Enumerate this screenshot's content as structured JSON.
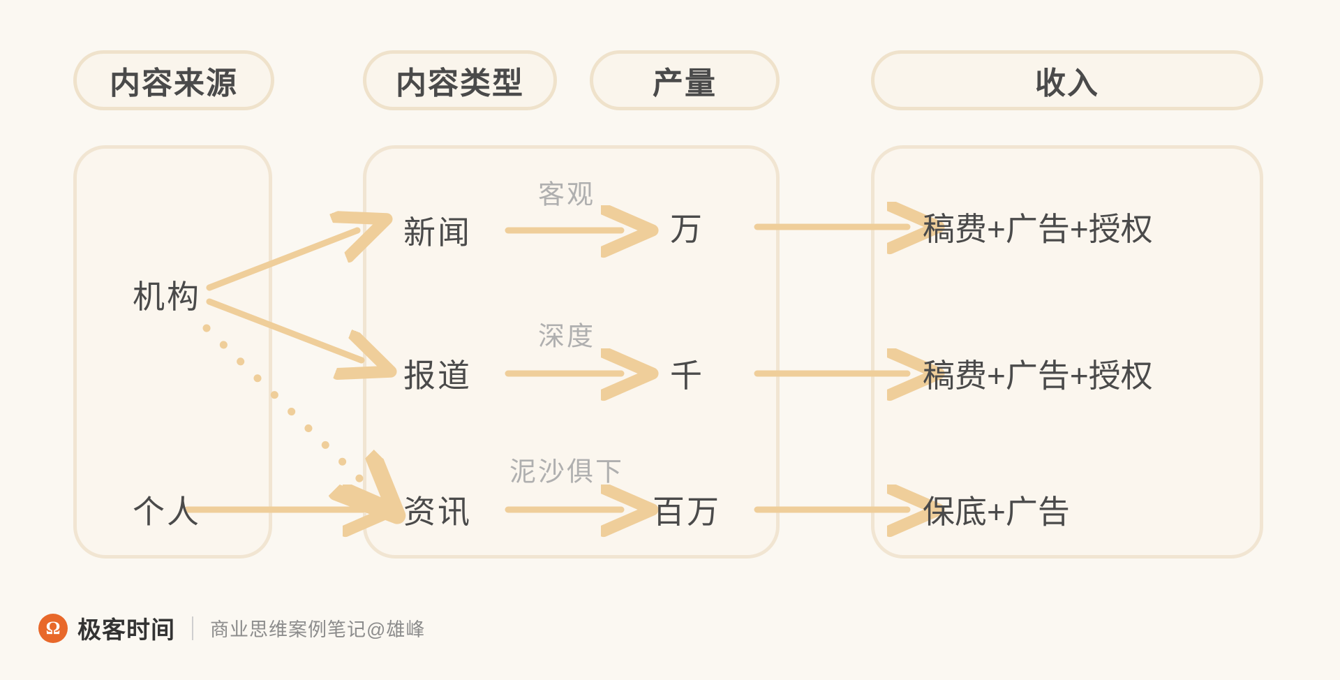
{
  "columns": [
    {
      "id": "source",
      "header": "内容来源"
    },
    {
      "id": "type",
      "header": "内容类型"
    },
    {
      "id": "volume",
      "header": "产量"
    },
    {
      "id": "revenue",
      "header": "收入"
    }
  ],
  "nodes": {
    "sources": [
      "机构",
      "个人"
    ],
    "types": [
      "新闻",
      "报道",
      "资讯"
    ],
    "volumes": [
      "万",
      "千",
      "百万"
    ],
    "revenues": [
      "稿费+广告+授权",
      "稿费+广告+授权",
      "保底+广告"
    ]
  },
  "edge_captions": [
    "客观",
    "深度",
    "泥沙俱下"
  ],
  "edges": [
    {
      "from": "机构",
      "to": "新闻",
      "style": "solid"
    },
    {
      "from": "机构",
      "to": "报道",
      "style": "solid"
    },
    {
      "from": "机构",
      "to": "资讯",
      "style": "dotted"
    },
    {
      "from": "个人",
      "to": "资讯",
      "style": "solid"
    },
    {
      "from": "新闻",
      "to": "万",
      "style": "solid",
      "label": "客观"
    },
    {
      "from": "报道",
      "to": "千",
      "style": "solid",
      "label": "深度"
    },
    {
      "from": "资讯",
      "to": "百万",
      "style": "solid",
      "label": "泥沙俱下"
    },
    {
      "from": "万",
      "to": "稿费+广告+授权",
      "style": "solid"
    },
    {
      "from": "千",
      "to": "稿费+广告+授权",
      "style": "solid"
    },
    {
      "from": "百万",
      "to": "保底+广告",
      "style": "solid"
    }
  ],
  "footer": {
    "logo_text": "极客时间",
    "byline": "商业思维案例笔记@雄峰"
  },
  "colors": {
    "background": "#FBF8F2",
    "card_fill": "#FBF6EE",
    "card_border": "#F1E5D2",
    "pill_fill": "#FAF5EC",
    "pill_border": "#EFE2CB",
    "arrow": "#EFCE9A",
    "text": "#4A4A4A",
    "caption": "#AFAFAF",
    "logo": "#E8682A"
  }
}
